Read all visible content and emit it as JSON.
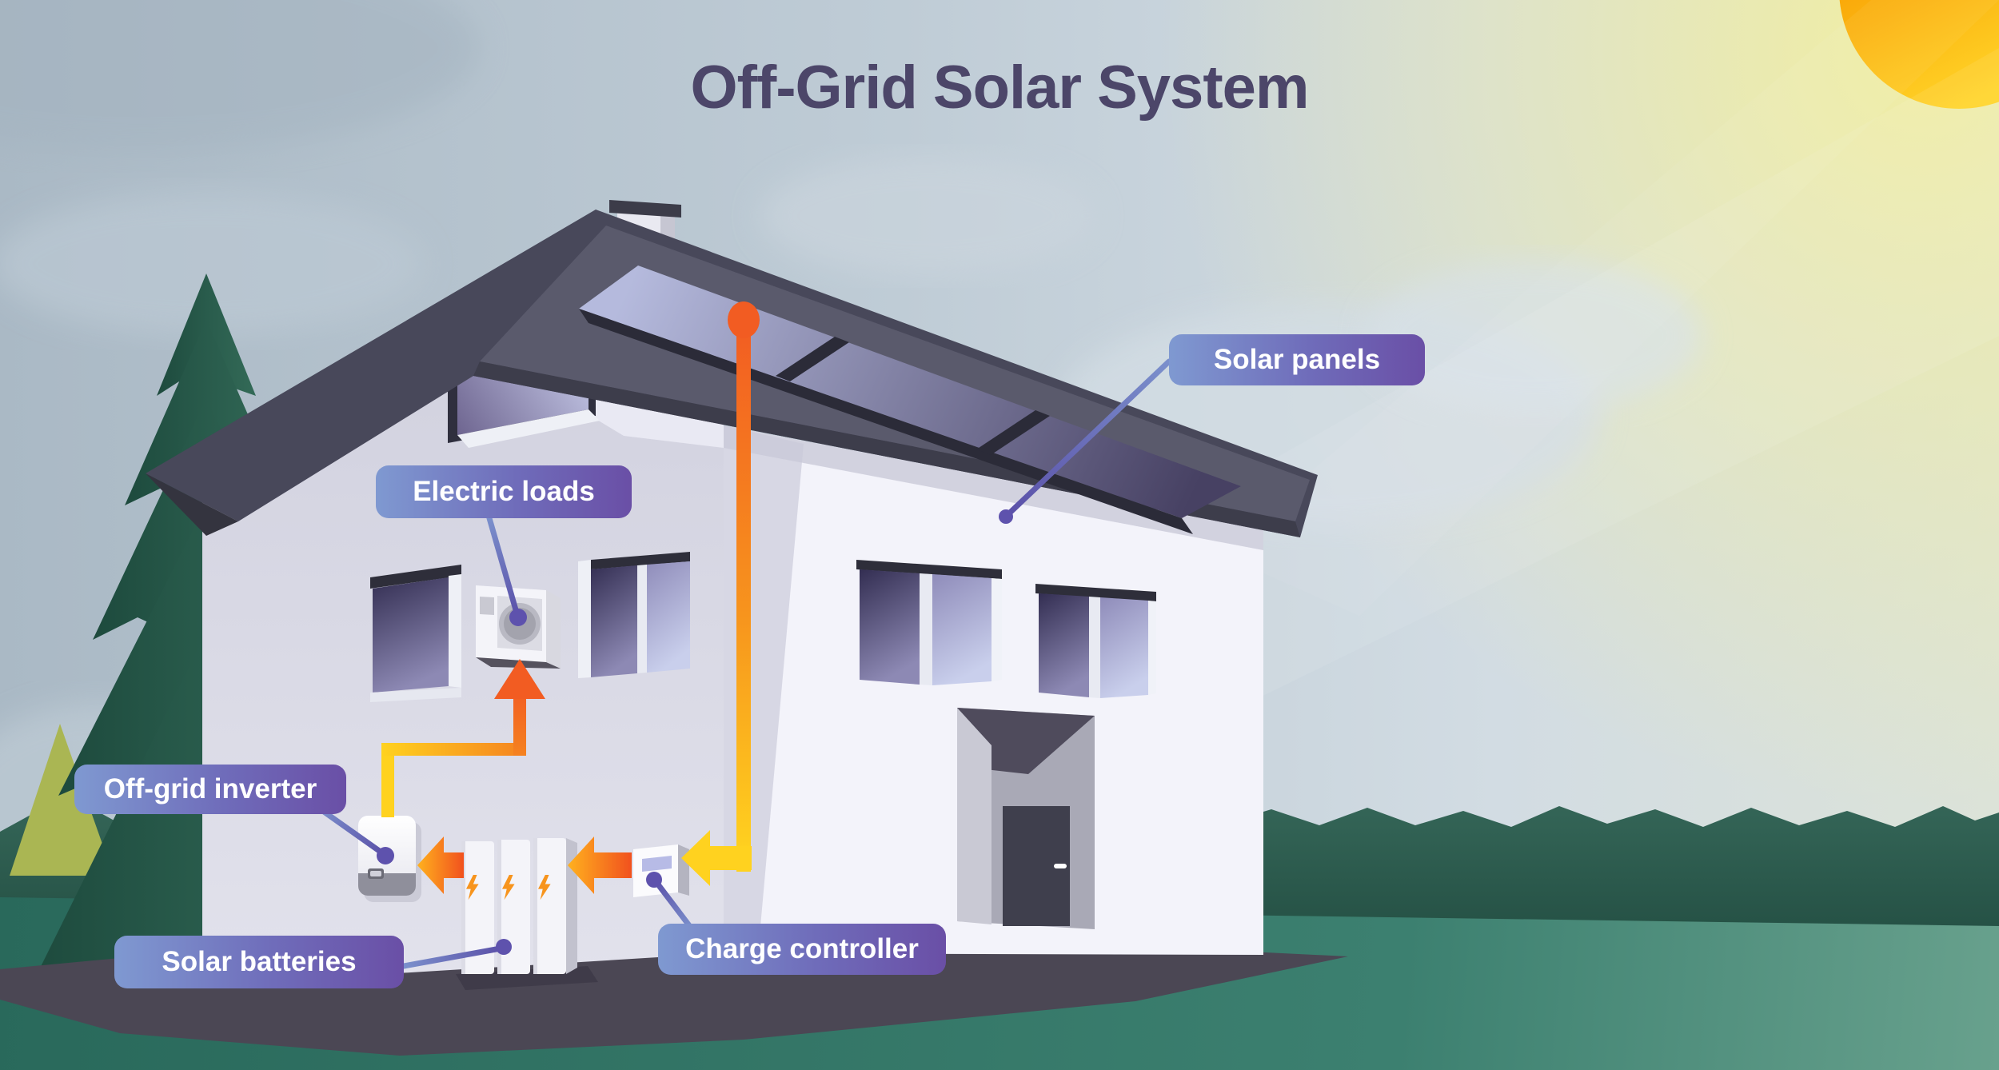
{
  "title": "Off-Grid Solar System",
  "labels": {
    "solar_panels": "Solar panels",
    "electric_loads": "Electric loads",
    "off_grid_inverter": "Off-grid inverter",
    "solar_batteries": "Solar batteries",
    "charge_controller": "Charge controller"
  },
  "colors": {
    "title_color": "#4c4669",
    "label_gradient_start": "#7f99d1",
    "label_gradient_end": "#6a4fa6",
    "roof": "#48485a",
    "panel_glass_dark": "#474163",
    "wire_yellow": "#ffd21f",
    "wire_orange": "#f25c22",
    "bolt_orange": "#f7941d",
    "sun_orange": "#f9a000",
    "field_green": "#29695b",
    "treeline_green": "#1c453a",
    "house_shadow": "#4b4754",
    "connector_purple": "#5e52ad"
  }
}
